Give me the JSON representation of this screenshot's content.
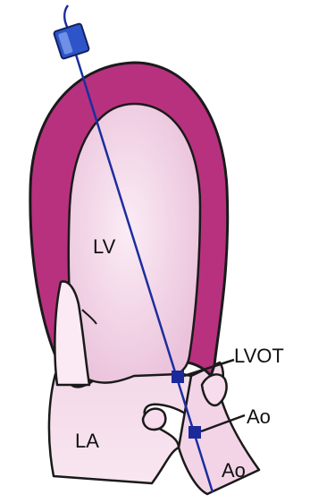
{
  "labels": {
    "lv": "LV",
    "la": "LA",
    "lvot": "LVOT",
    "ao_valve": "Ao",
    "ao_root": "Ao"
  },
  "colors": {
    "myocardium": "#b8317f",
    "cavity": "#f0d2e4",
    "cavity_light": "#fbecf5",
    "outline": "#1a1a1a",
    "beam": "#1c2e9e",
    "transducer": "#2d55c9",
    "marker": "#1a2a9a"
  },
  "icons": {
    "transducer": "transducer-probe-icon",
    "sample_markers": "sample-volume-marker"
  }
}
